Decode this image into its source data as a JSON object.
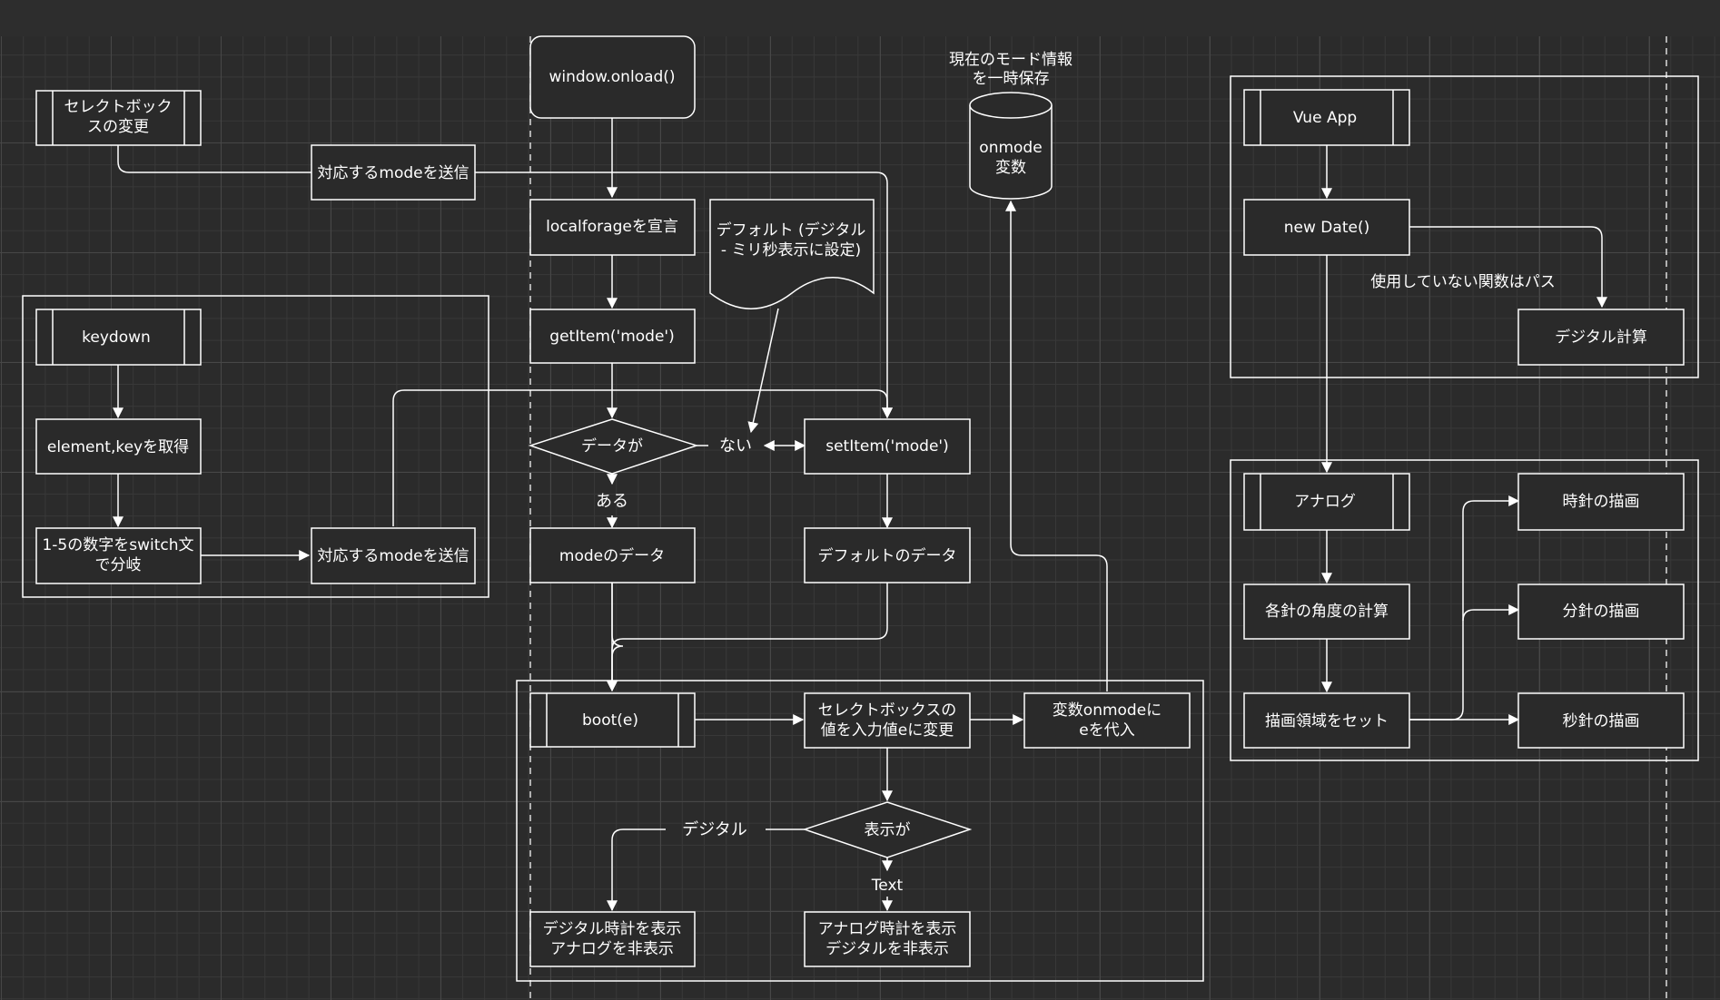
{
  "nodes": {
    "select_change": [
      "セレクトボック",
      "スの変更"
    ],
    "send_mode_top": "対応するmodeを送信",
    "keydown": "keydown",
    "get_element_key": "element,keyを取得",
    "switch_branch": [
      "1-5の数字をswitch文",
      "で分岐"
    ],
    "send_mode_left": "対応するmodeを送信",
    "window_onload": "window.onload()",
    "localforage": "localforageを宣言",
    "default_note": [
      "デフォルト (デジタル",
      "- ミリ秒表示に設定)"
    ],
    "getitem": "getItem('mode')",
    "data_diamond": "データが",
    "setitem": "setItem('mode')",
    "mode_data": "modeのデータ",
    "default_data": "デフォルトのデータ",
    "onmode_caption": [
      "現在のモード情報",
      "を一時保存"
    ],
    "onmode_cylinder": [
      "onmode",
      "変数"
    ],
    "boot": "boot(e)",
    "select_set": [
      "セレクトボックスの",
      "値を入力値eに変更"
    ],
    "assign_onmode": [
      "変数onmodeに",
      "eを代入"
    ],
    "display_diamond": "表示が",
    "show_digital": [
      "デジタル時計を表示",
      "アナログを非表示"
    ],
    "show_analog": [
      "アナログ時計を表示",
      "デジタルを非表示"
    ],
    "vue_app": "Vue App",
    "new_date": "new Date()",
    "digital_calc": "デジタル計算",
    "analog": "アナログ",
    "angle_calc": "各針の角度の計算",
    "set_canvas": "描画領域をセット",
    "hour_hand": "時針の描画",
    "minute_hand": "分針の描画",
    "second_hand": "秒針の描画"
  },
  "edge_labels": {
    "nai": "ない",
    "aru": "ある",
    "digital": "デジタル",
    "text": "Text",
    "unused_pass": "使用していない関数はパス"
  }
}
